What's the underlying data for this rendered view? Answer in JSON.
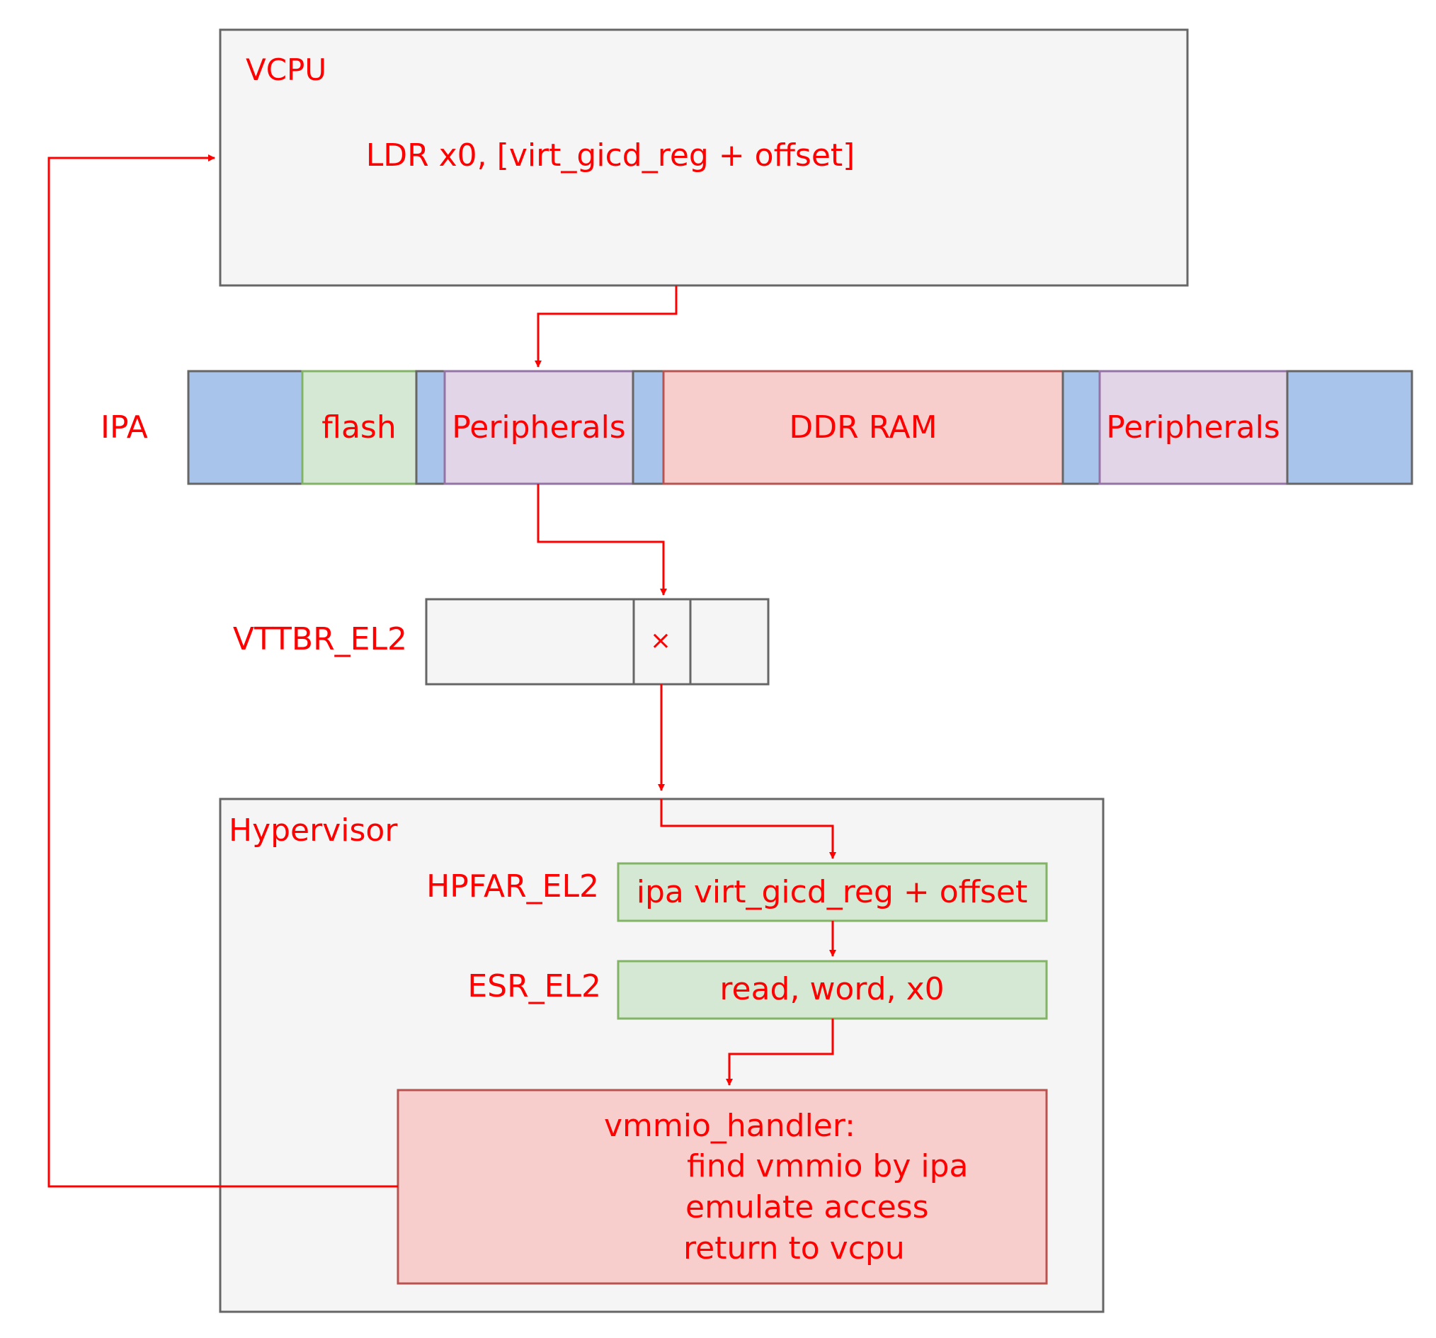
{
  "vcpu": {
    "title": "VCPU",
    "instruction": "LDR x0, [virt_gicd_reg + offset]"
  },
  "ipa": {
    "label": "IPA",
    "segments": [
      {
        "label": "",
        "color": "#a9c4eb"
      },
      {
        "label": "flash",
        "color": "#d5e8d4"
      },
      {
        "label": "",
        "color": "#a9c4eb"
      },
      {
        "label": "Peripherals",
        "color": "#e1d5e7"
      },
      {
        "label": "",
        "color": "#a9c4eb"
      },
      {
        "label": "DDR RAM",
        "color": "#f8cecc"
      },
      {
        "label": "",
        "color": "#a9c4eb"
      },
      {
        "label": "Peripherals",
        "color": "#e1d5e7"
      },
      {
        "label": "",
        "color": "#a9c4eb"
      }
    ]
  },
  "vttbr": {
    "label": "VTTBR_EL2",
    "entry_mark": "×"
  },
  "hypervisor": {
    "title": "Hypervisor",
    "hpfar_label": "HPFAR_EL2",
    "hpfar_value": "ipa virt_gicd_reg + offset",
    "esr_label": "ESR_EL2",
    "esr_value": "read, word, x0",
    "handler": {
      "title": "vmmio_handler:",
      "steps": [
        "find vmmio by ipa",
        "emulate access",
        "return to vcpu"
      ]
    }
  },
  "colors": {
    "text": "#ff0000",
    "arrow": "#ff0000",
    "box_fill": "#f5f5f5",
    "box_stroke": "#666666",
    "green_fill": "#d5e8d4",
    "green_stroke": "#82b366",
    "red_fill": "#f8cecc",
    "red_stroke": "#b85450",
    "purple_stroke": "#9673a6",
    "blue_fill": "#a9c4eb"
  }
}
